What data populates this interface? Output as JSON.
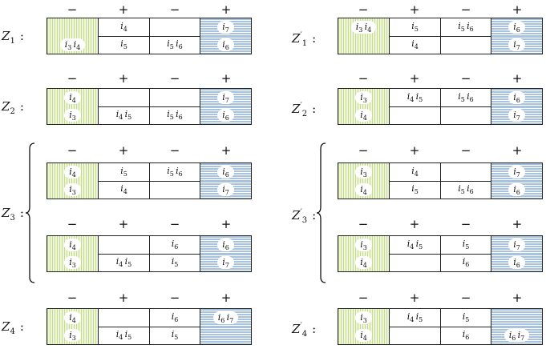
{
  "signs": [
    "−",
    "+",
    "−",
    "+"
  ],
  "groups": [
    {
      "id": "Z1",
      "label_main": "Z",
      "sub": "1",
      "prime": false,
      "tables": [
        [
          [
            "",
            "i4",
            "",
            "i7"
          ],
          [
            "i3 i4",
            "i5",
            "i5 i6",
            "i6"
          ]
        ]
      ]
    },
    {
      "id": "Z1p",
      "label_main": "Z",
      "sub": "1",
      "prime": true,
      "tables": [
        [
          [
            "i3 i4",
            "i5",
            "i5 i6",
            "i6"
          ],
          [
            "",
            "i4",
            "",
            "i7"
          ]
        ]
      ]
    },
    {
      "id": "Z2",
      "label_main": "Z",
      "sub": "2",
      "prime": false,
      "tables": [
        [
          [
            "i4",
            "",
            "",
            "i7"
          ],
          [
            "i3",
            "i4 i5",
            "i5 i6",
            "i6"
          ]
        ]
      ]
    },
    {
      "id": "Z2p",
      "label_main": "Z",
      "sub": "2",
      "prime": true,
      "tables": [
        [
          [
            "i3",
            "i4 i5",
            "i5 i6",
            "i6"
          ],
          [
            "i4",
            "",
            "",
            "i7"
          ]
        ]
      ]
    },
    {
      "id": "Z3",
      "label_main": "Z",
      "sub": "3",
      "prime": false,
      "tables": [
        [
          [
            "i4",
            "i5",
            "i5 i6",
            "i6"
          ],
          [
            "i3",
            "i4",
            "",
            "i7"
          ]
        ],
        [
          [
            "i4",
            "",
            "i6",
            "i6"
          ],
          [
            "i3",
            "i4 i5",
            "i5",
            "i7"
          ]
        ]
      ]
    },
    {
      "id": "Z3p",
      "label_main": "Z",
      "sub": "3",
      "prime": true,
      "tables": [
        [
          [
            "i3",
            "i4",
            "",
            "i7"
          ],
          [
            "i4",
            "i5",
            "i5 i6",
            "i6"
          ]
        ],
        [
          [
            "i3",
            "i4 i5",
            "i5",
            "i7"
          ],
          [
            "i4",
            "",
            "i6",
            "i6"
          ]
        ]
      ]
    },
    {
      "id": "Z4",
      "label_main": "Z",
      "sub": "4",
      "prime": false,
      "tables": [
        [
          [
            "i4",
            "",
            "i6",
            "i6 i7"
          ],
          [
            "i3",
            "i4 i5",
            "i5",
            ""
          ]
        ]
      ]
    },
    {
      "id": "Z4p",
      "label_main": "Z",
      "sub": "4",
      "prime": true,
      "tables": [
        [
          [
            "i3",
            "i4 i5",
            "i5",
            ""
          ],
          [
            "i4",
            "",
            "i6",
            "i6 i7"
          ]
        ]
      ]
    }
  ],
  "colors": {
    "green": "#c5dc8e",
    "blue": "#a8c3e0"
  }
}
